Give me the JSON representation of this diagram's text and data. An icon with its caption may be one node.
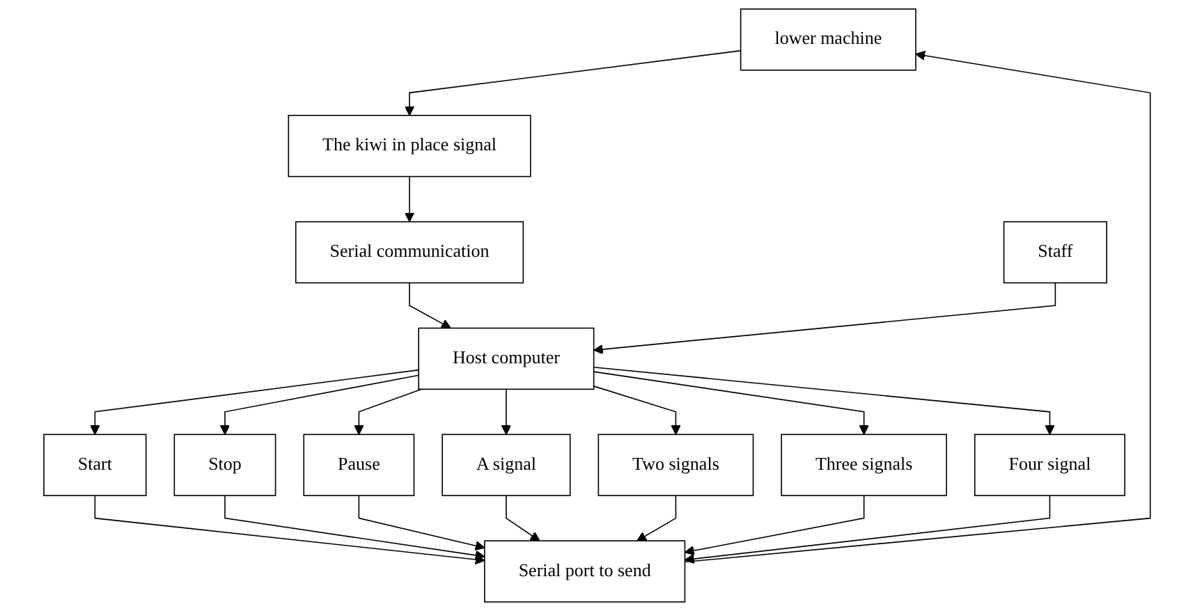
{
  "diagram": {
    "nodes": [
      {
        "text": [
          "lower machine"
        ]
      },
      {
        "text": [
          "The kiwi in place signal"
        ]
      },
      {
        "text": [
          "Serial communication"
        ]
      },
      {
        "text": [
          "Staff"
        ]
      },
      {
        "text": [
          "Host computer"
        ]
      },
      {
        "text": [
          "Start"
        ]
      },
      {
        "text": [
          "Stop"
        ]
      },
      {
        "text": [
          "Pause"
        ]
      },
      {
        "text": [
          "A signal"
        ]
      },
      {
        "text": [
          "Two signals"
        ]
      },
      {
        "text": [
          "Three signals"
        ]
      },
      {
        "text": [
          "Four signal"
        ]
      },
      {
        "text": [
          "Serial port to send"
        ]
      }
    ],
    "edges": [
      {
        "from": 0,
        "to": 1,
        "arrow": "to"
      },
      {
        "from": 1,
        "to": 2,
        "arrow": "to"
      },
      {
        "from": 2,
        "to": 4,
        "arrow": "to"
      },
      {
        "from": 3,
        "to": 4,
        "arrow": "to"
      },
      {
        "from": 4,
        "to": 5,
        "arrow": "to"
      },
      {
        "from": 4,
        "to": 6,
        "arrow": "to"
      },
      {
        "from": 4,
        "to": 7,
        "arrow": "to"
      },
      {
        "from": 4,
        "to": 8,
        "arrow": "to"
      },
      {
        "from": 4,
        "to": 9,
        "arrow": "to"
      },
      {
        "from": 4,
        "to": 10,
        "arrow": "to"
      },
      {
        "from": 4,
        "to": 11,
        "arrow": "to"
      },
      {
        "from": 5,
        "to": 12,
        "arrow": "to"
      },
      {
        "from": 6,
        "to": 12,
        "arrow": "to"
      },
      {
        "from": 7,
        "to": 12,
        "arrow": "to"
      },
      {
        "from": 8,
        "to": 12,
        "arrow": "to"
      },
      {
        "from": 9,
        "to": 12,
        "arrow": "to"
      },
      {
        "from": 10,
        "to": 12,
        "arrow": "to"
      },
      {
        "from": 11,
        "to": 12,
        "arrow": "to"
      },
      {
        "from": 12,
        "to": 0,
        "arrow": "to"
      }
    ]
  }
}
